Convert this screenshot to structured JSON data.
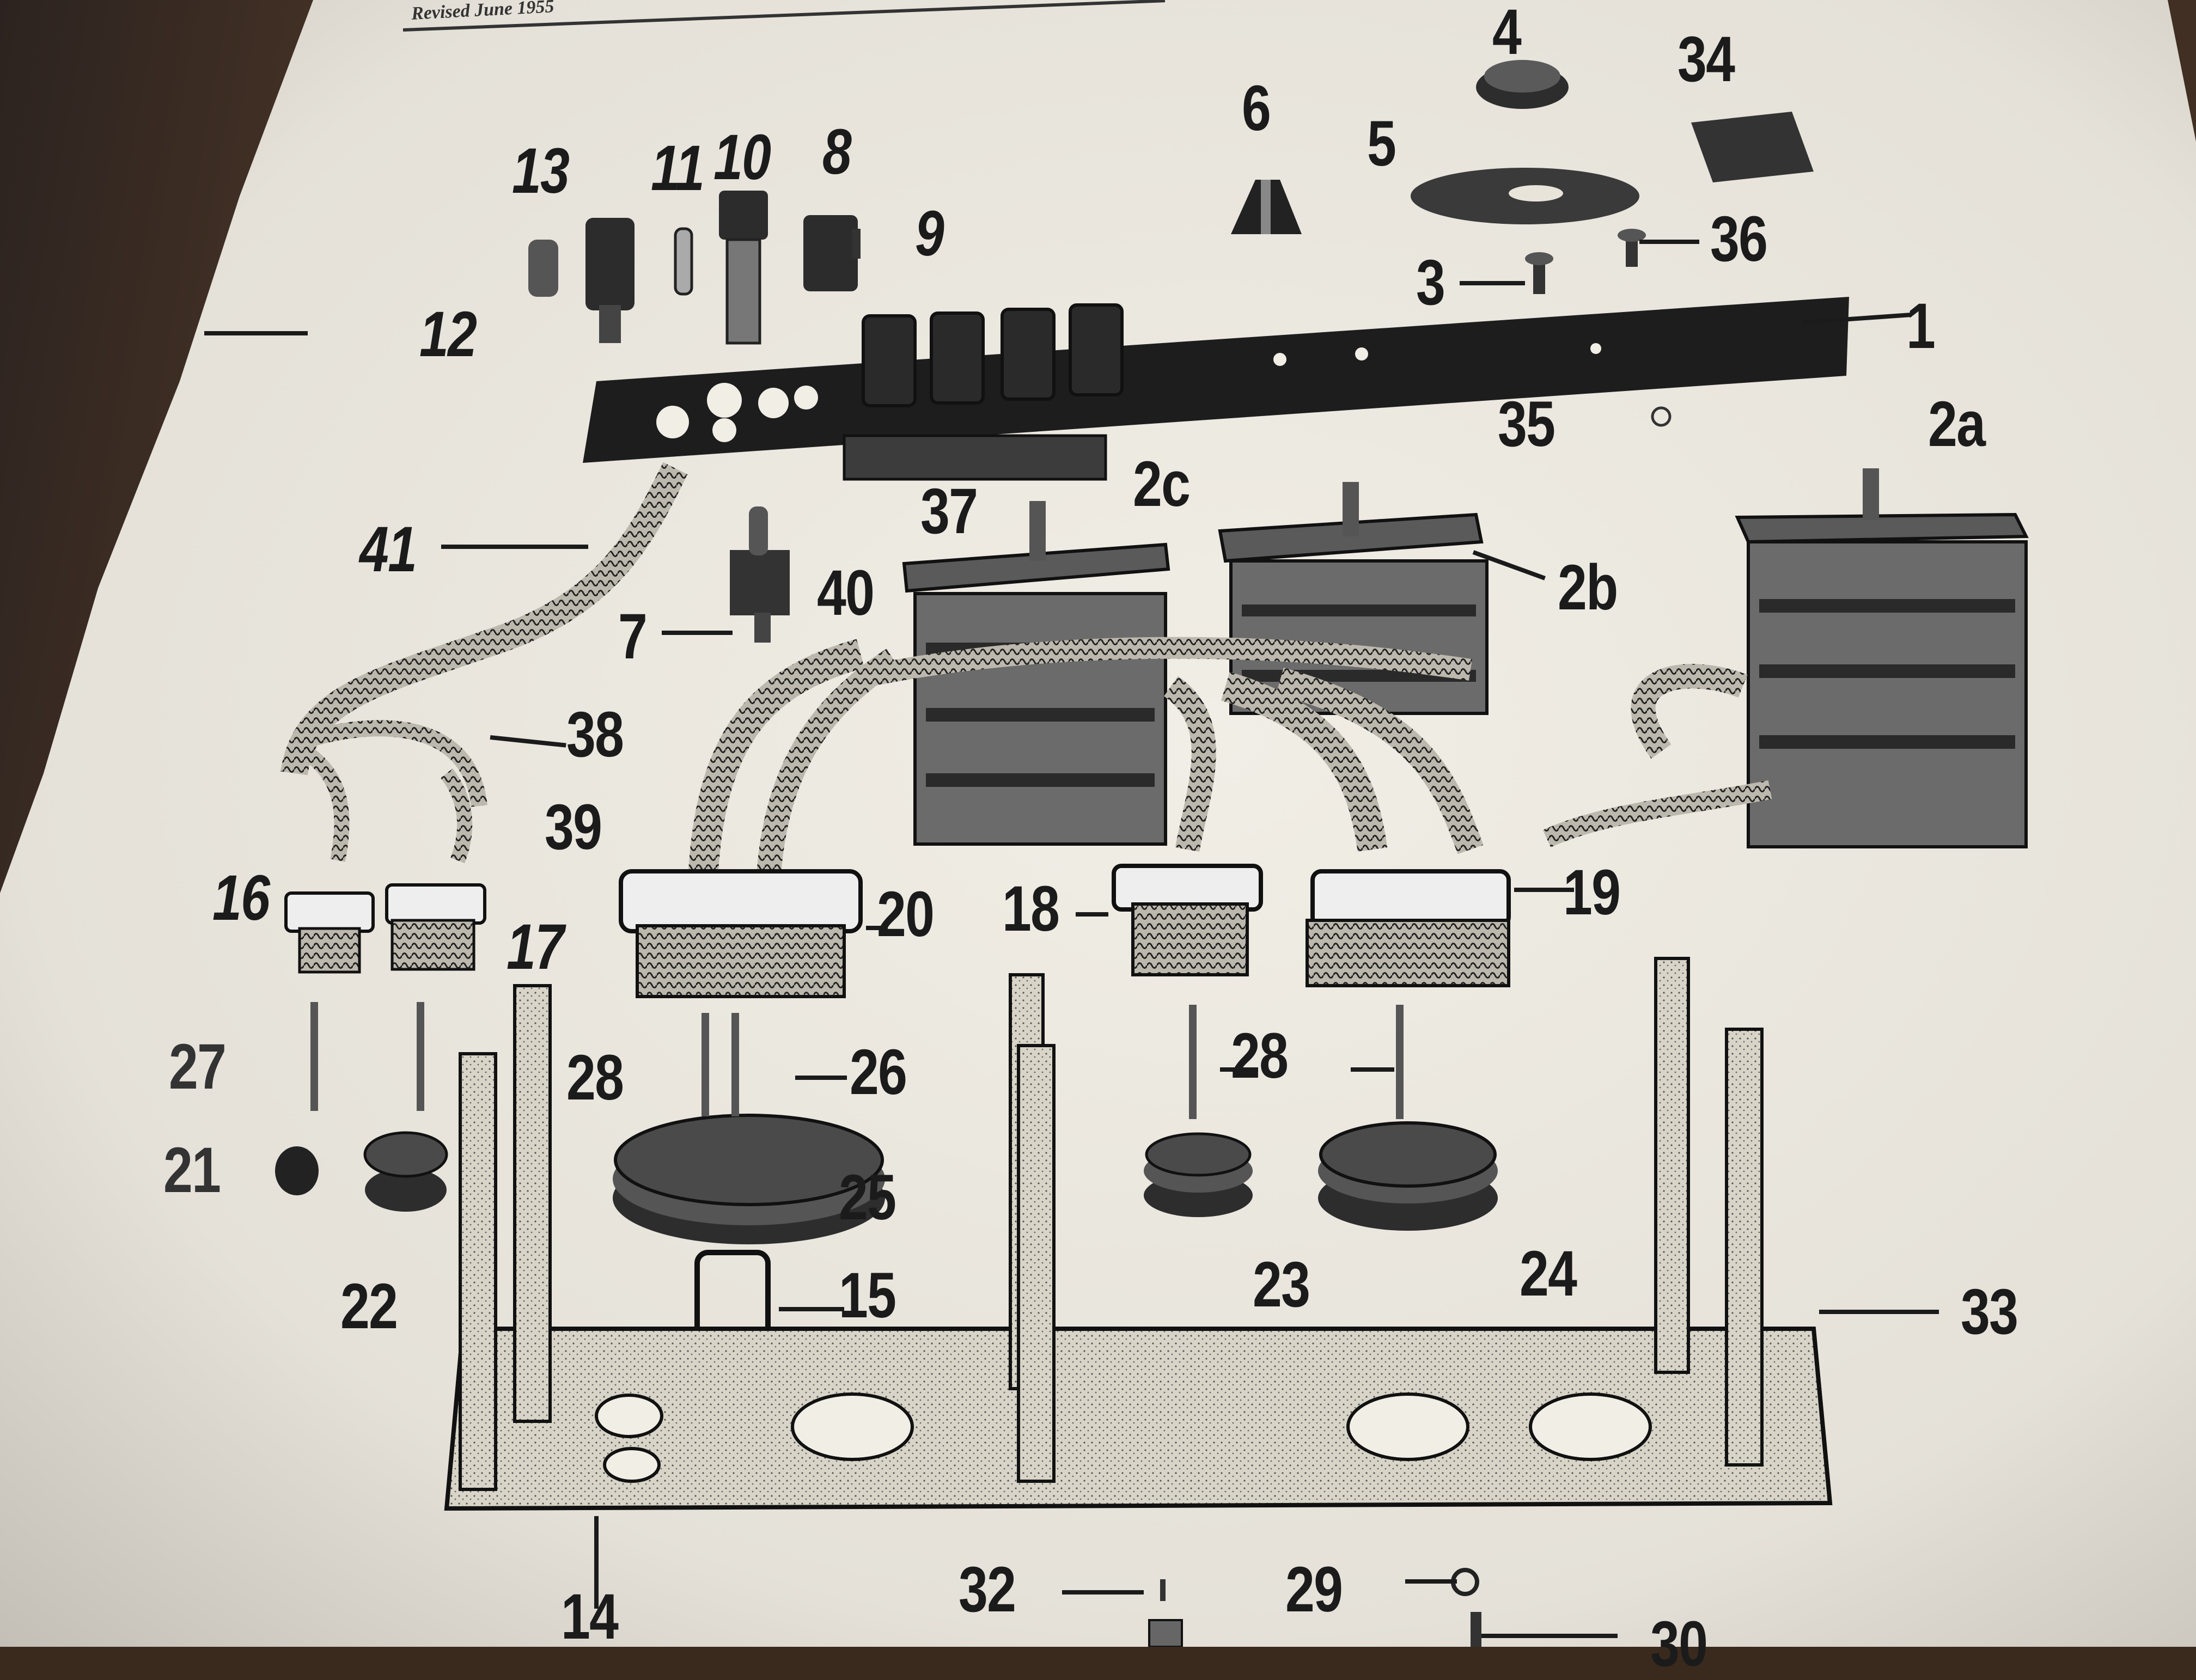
{
  "header": {
    "revision": "Revised June 1955"
  },
  "callouts": {
    "c1": "1",
    "c2a": "2a",
    "c2b": "2b",
    "c2c": "2c",
    "c3": "3",
    "c4": "4",
    "c5": "5",
    "c6": "6",
    "c7": "7",
    "c8": "8",
    "c9": "9",
    "c10": "10",
    "c11": "11",
    "c12": "12",
    "c13": "13",
    "c14": "14",
    "c15": "15",
    "c16": "16",
    "c17": "17",
    "c18": "18",
    "c19": "19",
    "c20": "20",
    "c21": "21",
    "c22": "22",
    "c23": "23",
    "c24": "24",
    "c25": "25",
    "c26": "26",
    "c27": "27",
    "c28a": "28",
    "c28b": "28",
    "c29": "29",
    "c30": "30",
    "c32": "32",
    "c33": "33",
    "c34": "34",
    "c35": "35",
    "c36": "36",
    "c37": "37",
    "c38": "38",
    "c39": "39",
    "c40": "40",
    "c41": "41"
  },
  "colors": {
    "paper": "#f1eee6",
    "ink": "#1b1b1b",
    "background": "#3a2a1e"
  }
}
